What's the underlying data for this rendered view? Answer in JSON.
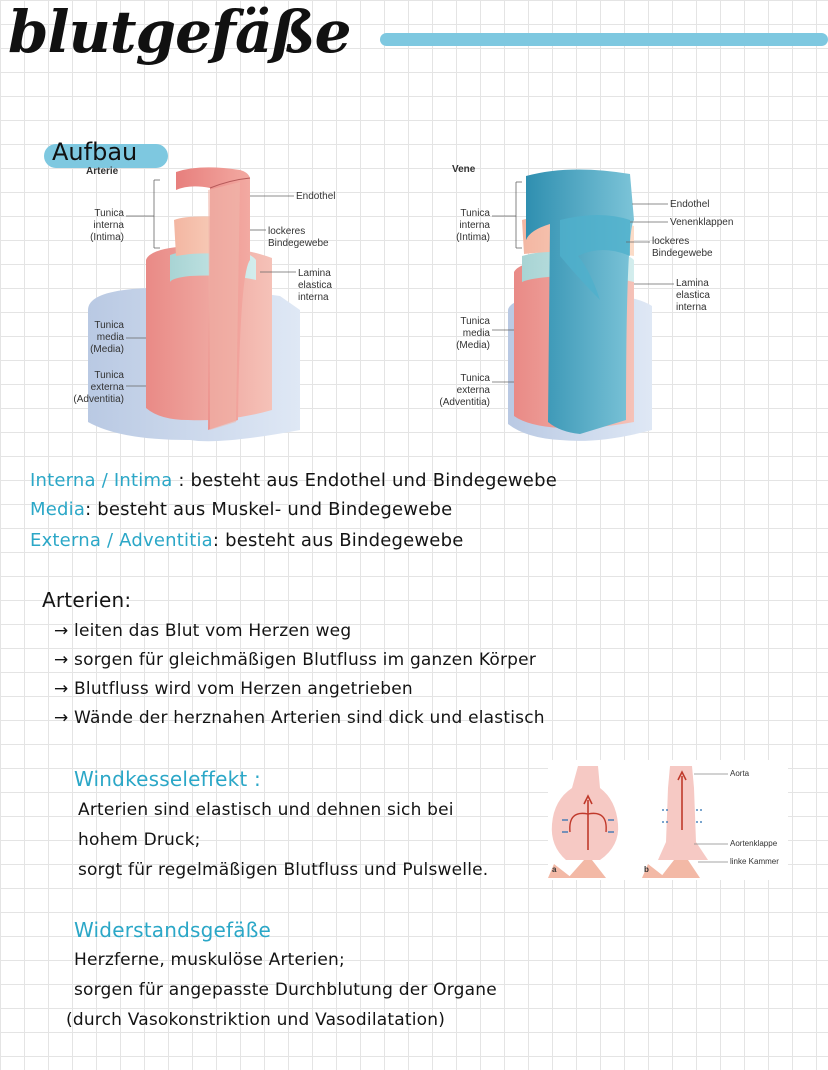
{
  "title": "blutgefäße",
  "section_aufbau": "Aufbau",
  "figure_artery": {
    "heading": "Arterie",
    "labels": {
      "tunica_interna": [
        "Tunica",
        "interna",
        "(Intima)"
      ],
      "tunica_media": [
        "Tunica",
        "media",
        "(Media)"
      ],
      "tunica_externa": [
        "Tunica",
        "externa",
        "(Adventitia)"
      ],
      "endothel": "Endothel",
      "lockeres": [
        "lockeres",
        "Bindegewebe"
      ],
      "lamina": [
        "Lamina",
        "elastica",
        "interna"
      ]
    }
  },
  "figure_vein": {
    "heading": "Vene",
    "labels": {
      "tunica_interna": [
        "Tunica",
        "interna",
        "(Intima)"
      ],
      "tunica_media": [
        "Tunica",
        "media",
        "(Media)"
      ],
      "tunica_externa": [
        "Tunica",
        "externa",
        "(Adventitia)"
      ],
      "endothel": "Endothel",
      "venenklappen": "Venenklappen",
      "lockeres": [
        "lockeres",
        "Bindegewebe"
      ],
      "lamina": [
        "Lamina",
        "elastica",
        "interna"
      ]
    }
  },
  "layers": [
    {
      "term": "Interna / Intima",
      "sep": " : ",
      "text": "besteht aus Endothel und Bindegewebe"
    },
    {
      "term": "Media",
      "sep": ": ",
      "text": "besteht aus Muskel- und Bindegewebe"
    },
    {
      "term": "Externa / Adventitia",
      "sep": ": ",
      "text": "besteht aus Bindegewebe"
    }
  ],
  "arterien": {
    "heading": "Arterien:",
    "bullets": [
      "→ leiten das Blut vom Herzen weg",
      "→ sorgen für gleichmäßigen Blutfluss im ganzen Körper",
      "→ Blutfluss wird vom Herzen angetrieben",
      "→ Wände der herznahen Arterien sind dick und elastisch"
    ]
  },
  "windkessel": {
    "heading": "Windkesseleffekt :",
    "lines": [
      "Arterien sind elastisch und dehnen sich bei",
      "hohem Druck;",
      "sorgt für regelmäßigen Blutfluss und Pulswelle."
    ],
    "figure": {
      "panel_a": "a",
      "panel_b": "b",
      "label_aorta": "Aorta",
      "label_klappe": "Aortenklappe",
      "label_kammer": "linke Kammer"
    }
  },
  "widerstand": {
    "heading": "Widerstandsgefäße",
    "lines": [
      "Herzferne, muskulöse Arterien;",
      "sorgen für angepasste Durchblutung der Organe",
      "(durch Vasokonstriktion und Vasodilatation)"
    ]
  },
  "colors": {
    "accent": "#2ba7c7",
    "highlight": "#7ec8e0",
    "artery_red": "#e98a86",
    "vein_blue": "#3fa3bf"
  }
}
